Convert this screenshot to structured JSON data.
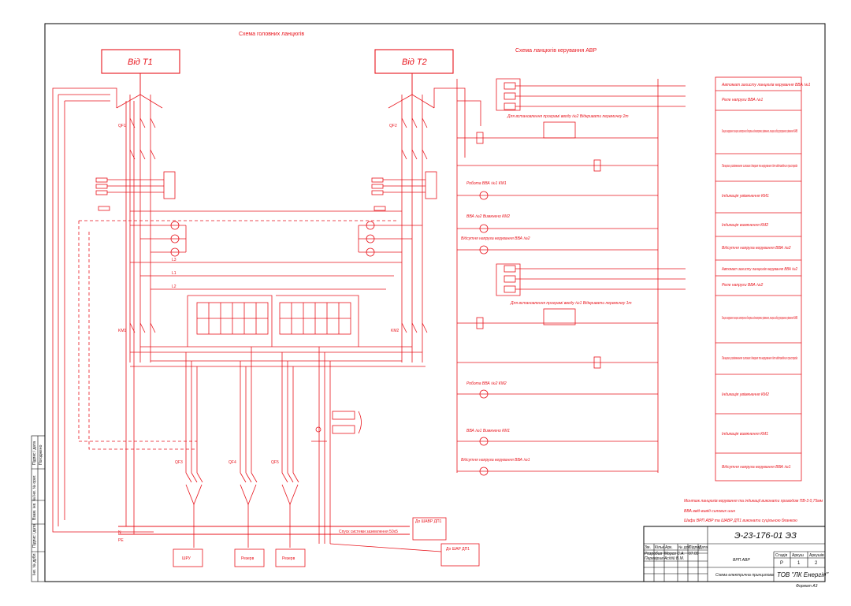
{
  "main_title": "Схема головних ланцюгів",
  "control_title": "Схема ланцюгів керування АВР",
  "sources": {
    "t1": "Від Т1",
    "t2": "Від Т2"
  },
  "colors": {
    "lines": "#e8141c",
    "frame": "#000000"
  },
  "loads": {
    "lab1": "ШРУ",
    "lab2": "Резерв",
    "lab3": "Резерв",
    "shup": "До ШАВР ДП1",
    "shavr": "До ШАР ДП1",
    "note_ground": "Спуск системи заземлення 50х5"
  },
  "breakers": [
    "QF1",
    "QF2",
    "QF3",
    "QF4",
    "QF5",
    "KM1",
    "KM2"
  ],
  "contactor_labels": [
    "L1",
    "L2",
    "L3",
    "N",
    "PE"
  ],
  "control_rows": [
    "Автомат захисту ланцюгів керування ВВА №1",
    "Реле напруги ВВА №1",
    "Ланцюги керування: ланцюги електричних блокувань однонапрямних увімкнення, ланцюги вибору програмного увімкнення МAВВ",
    "Ланцюги розімкнення силових джерел та керування для відповідних пристроїв",
    "Індикація увімкнення КМ1",
    "Індикація вимкнення КМ2",
    "Відсутня напруга керування ВВА №2",
    "Автомат захисту ланцюгів керування ВВА №2",
    "Реле напруги ВВА №2",
    "Ланцюги керування: ланцюги електричних блокувань однонапрямних увімкнення, ланцюги вибору програмного увімкнення МAВВ",
    "Ланцюги розімкнення силових джерел та керування для відповідних пристроїв",
    "Індикація увімкнення КМ2",
    "Індикація вимкнення КМ1",
    "Відсутня напруга керування ВВА №1"
  ],
  "control_sub_labels": {
    "prog1": "Для встановлення програмі вводу №2 Відкривати перемичку 2т",
    "prog2": "Для встановлення програмі вводу №1 Відкривати перемичку 1т",
    "work1": "Робота ВВА №1 КМ1",
    "off2": "ВВА №2 Вимкнено КМ2",
    "nv2": "Відсутня напруга керування ВВА №2",
    "work2": "Робота ВВА №2 КМ2",
    "off1": "ВВА №1 Вимкнено КМ1",
    "nv1": "Відсутня напруга керування ВВА №1"
  },
  "notes": [
    "Монтаж ланцюгів керування та індикації виконати проводом ПВ-3 0,75мм",
    "ВВА ввід-вивід силових шин",
    "Шафи ВРП АВР та ШАВР ДП1 виконати суцільною бланкою"
  ],
  "title_block": {
    "doc_number": "Э-23-176-01 ЭЗ",
    "object": "ВРП АВР",
    "description": "Схема електрична принципова",
    "company": "ТОВ \"ЛК Енергія\"",
    "stage_label": "Стадія",
    "sheet_label": "Аркуш",
    "sheets_label": "Аркушів",
    "stage": "Р",
    "sheet": "1",
    "sheets": "2",
    "developed_label": "Розробив",
    "checked_label": "Перевірив",
    "developed_name": "Мороз С.А.",
    "checked_name": "Асідій В.М.",
    "date": "07.09",
    "format": "Формат А3",
    "header_cells": [
      "Зм.",
      "Кільк.",
      "Арк.",
      "№ док.",
      "Підпис",
      "Дата"
    ]
  },
  "side_stamp": [
    "Інв. № дубл.",
    "Підпис і дата",
    "Взам. інв. №",
    "Інв. № ориг.",
    "Підпис і дата",
    "Погоджено"
  ]
}
